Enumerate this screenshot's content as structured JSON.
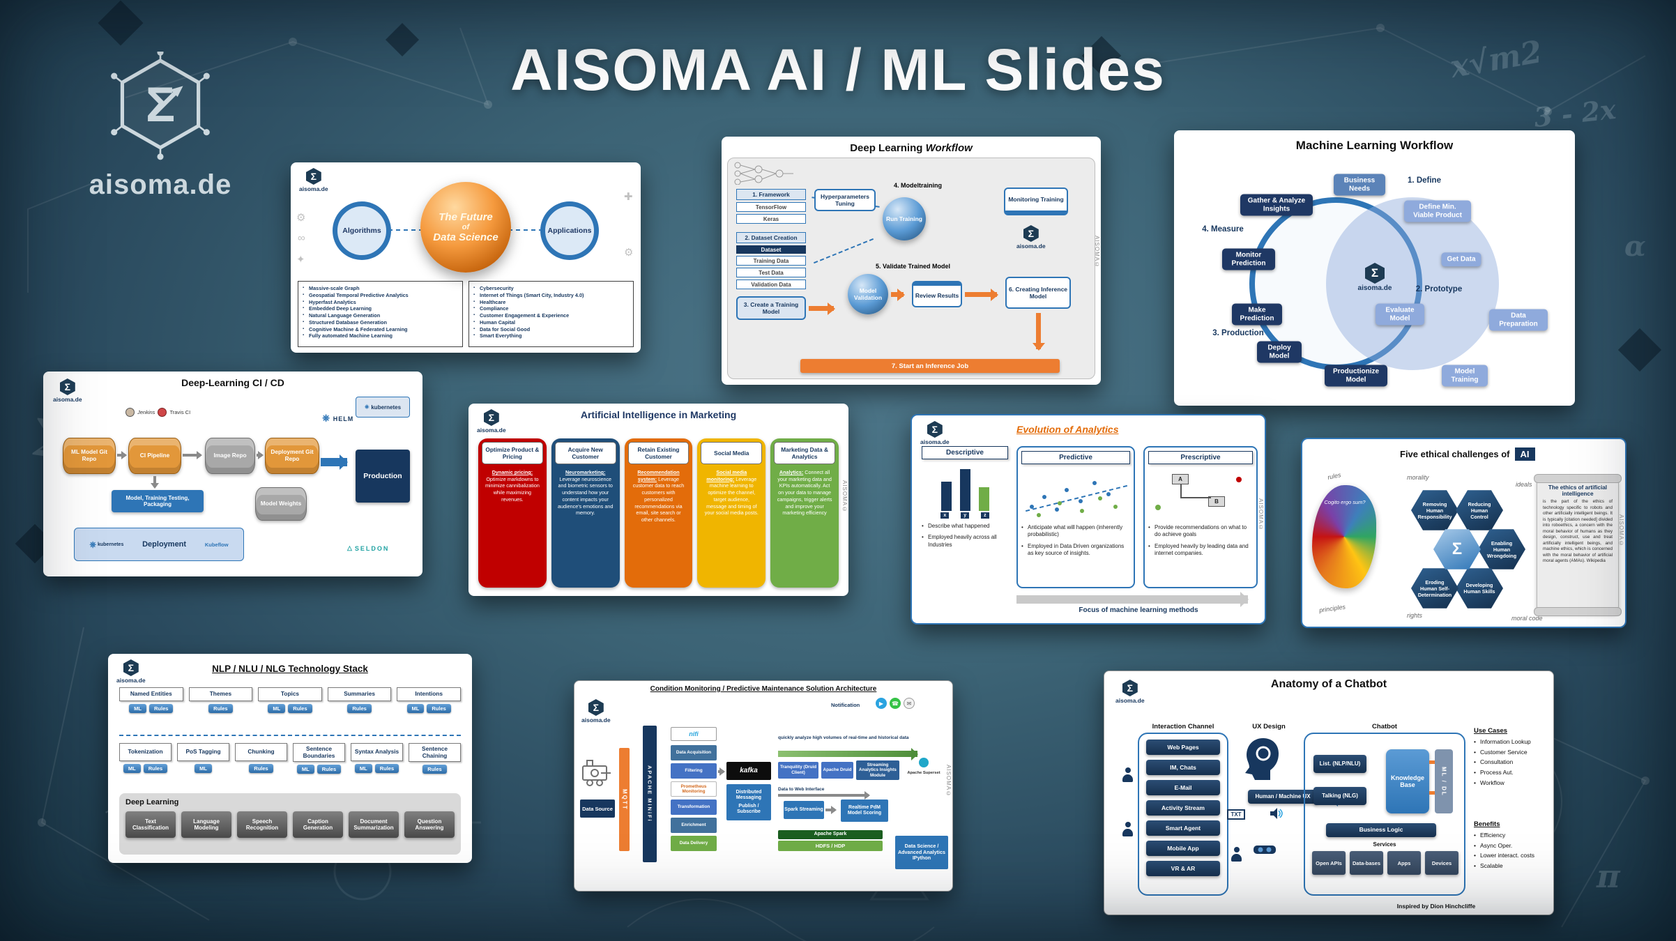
{
  "page": {
    "title": "AISOMA AI / ML Slides",
    "brand": "aisoma.de",
    "logo_glyph": "Σ",
    "chalk_marks": [
      "x√m2",
      "3 - 2x",
      "α",
      "∑",
      "π",
      "√x"
    ]
  },
  "slides": {
    "future": {
      "sphere_lines": [
        "The Future",
        "of",
        "Data Science"
      ],
      "left_circle": "Algorithms",
      "right_circle": "Applications",
      "left_bullets": [
        "Massive-scale Graph",
        "Geospatial Temporal Predictive Analytics",
        "Hyperfast Analytics",
        "Embedded Deep Learning",
        "Natural Language Generation",
        "Structured Database Generation",
        "Cognitive Machine & Federated Learning",
        "Fully automated Machine Learning"
      ],
      "right_bullets": [
        "Cybersecurity",
        "Internet of Things (Smart City, Industry 4.0)",
        "Healthcare",
        "Compliance",
        "Customer Engagement & Experience",
        "Human Capital",
        "Data for Social Good",
        "Smart Everything"
      ]
    },
    "dlw": {
      "title_prefix": "Deep Learning ",
      "title_italic": "Workflow",
      "framework_title": "1. Framework",
      "framework_items": [
        "TensorFlow",
        "Keras"
      ],
      "dataset_title": "2. Dataset Creation",
      "dataset_header": "Dataset",
      "dataset_rows": [
        "Training Data",
        "Test Data",
        "Validation Data"
      ],
      "create_model": "3. Create a Training Model",
      "hyper": "Hyperparameters Tuning",
      "modeltraining": "4. Modeltraining",
      "run_training": "Run Training",
      "monitoring": "Monitoring Training",
      "validate": "5. Validate Trained Model",
      "model_validation": "Model Validation",
      "review": "Review Results",
      "inference_model": "6. Creating Inference Model",
      "inference_job": "7. Start an Inference Job",
      "watermark": "AISOMA©"
    },
    "mlw": {
      "title": "Machine Learning Workflow",
      "phase1": "1. Define",
      "phase2": "2. Prototype",
      "phase3": "3. Production",
      "phase4": "4. Measure",
      "business_needs": "Business Needs",
      "define_mvp": "Define Min. Viable Product",
      "get_data": "Get Data",
      "data_prep": "Data Preparation",
      "evaluate": "Evaluate Model",
      "model_training": "Model Training",
      "productionize": "Productionize Model",
      "deploy": "Deploy Model",
      "make_prediction": "Make Prediction",
      "monitor_prediction": "Monitor Prediction",
      "gather": "Gather & Analyze Insights"
    },
    "cicd": {
      "title": "Deep-Learning CI / CD",
      "jenkins": "Jenkins",
      "travis": "Travis CI",
      "ml_repo": "ML Model Git Repo",
      "ci_pipeline": "CI Pipeline",
      "image_repo": "Image Repo",
      "deploy_repo": "Deployment Git Repo",
      "helm": "HELM",
      "kubernetes": "kubernetes",
      "production": "Production",
      "model_training": "Model, Training Testing, Packaging",
      "model_weights": "Model Weights",
      "deployment": "Deployment",
      "kubeflow": "Kubeflow",
      "seldon": "SELDON"
    },
    "marketing": {
      "title": "Artificial Intelligence in Marketing",
      "watermark": "AISOMA©",
      "columns": [
        {
          "title": "Optimize Product & Pricing",
          "lead": "Dynamic pricing:",
          "body": "Optimize markdowns to minimize cannibalization while maximizing revenues.",
          "color": "#c00000"
        },
        {
          "title": "Acquire New Customer",
          "lead": "Neuromarketing:",
          "body": "Leverage neuroscience and biometric sensors to understand how your content impacts your audience's emotions and memory.",
          "color": "#1f4e79"
        },
        {
          "title": "Retain Existing Customer",
          "lead": "Recommendation system:",
          "body": "Leverage customer data to reach customers with personalized recommendations via email, site search or other channels.",
          "color": "#e36c0a"
        },
        {
          "title": "Social Media",
          "lead": "Social media monitoring:",
          "body": "Leverage machine learning to optimize the channel, target audience, message and timing of your social media posts.",
          "color": "#f0b500"
        },
        {
          "title": "Marketing Data & Analytics",
          "lead": "Analytics:",
          "body": "Connect all your marketing data and KPIs automatically. Act on your data to manage campaigns, trigger alerts and improve your marketing efficiency",
          "color": "#70ad47"
        }
      ]
    },
    "analytics": {
      "title": "Evolution of Analytics",
      "watermark": "AISOMA©",
      "bar_labels": [
        "x",
        "y",
        "z"
      ],
      "ab": [
        "A",
        "B"
      ],
      "panels": [
        {
          "name": "Descriptive",
          "bullets": [
            "Describe what happened",
            "Employed heavily across all Industries"
          ]
        },
        {
          "name": "Predictive",
          "bullets": [
            "Anticipate what will happen (inherently probabilistic)",
            "Employed in Data Driven organizations as key source of insights."
          ]
        },
        {
          "name": "Prescriptive",
          "bullets": [
            "Provide recommendations on what to do achieve goals",
            "Employed heavily by leading data and internet companies."
          ]
        }
      ],
      "footer": "Focus of machine learning methods"
    },
    "ethics": {
      "title_prefix": "Five ethical challenges of",
      "title_badge": "AI",
      "head_thought": "Cogito ergo sum?",
      "head_words": [
        "rules",
        "morality",
        "ideals",
        "principles",
        "rights",
        "moral code"
      ],
      "hexagons": [
        "Removing Human Responsibility",
        "Reducing Human Control",
        "Enabling Human Wrongdoing",
        "Developing Human Skills",
        "Eroding Human Self-Determination"
      ],
      "scroll_title": "The ethics of artificial intelligence",
      "scroll_body": "is the part of the ethics of technology specific to robots and other artificially intelligent beings. It is typically [citation needed] divided into roboethics, a concern with the moral behavior of humans as they design, construct, use and treat artificially intelligent beings, and machine ethics, which is concerned with the moral behavior of artificial moral agents (AMAs). Wikipedia",
      "watermark": "AISOMA©"
    },
    "nlp": {
      "title": "NLP / NLU / NLG Technology Stack",
      "row1": [
        {
          "label": "Named Entities",
          "tags": [
            "ML",
            "Rules"
          ]
        },
        {
          "label": "Themes",
          "tags": [
            "Rules"
          ]
        },
        {
          "label": "Topics",
          "tags": [
            "ML",
            "Rules"
          ]
        },
        {
          "label": "Summaries",
          "tags": [
            "Rules"
          ]
        },
        {
          "label": "Intentions",
          "tags": [
            "ML",
            "Rules"
          ]
        }
      ],
      "row2": [
        {
          "label": "Tokenization",
          "tags": [
            "ML",
            "Rules"
          ]
        },
        {
          "label": "PoS Tagging",
          "tags": [
            "ML"
          ]
        },
        {
          "label": "Chunking",
          "tags": [
            "Rules"
          ]
        },
        {
          "label": "Sentence Boundaries",
          "tags": [
            "ML",
            "Rules"
          ]
        },
        {
          "label": "Syntax Analysis",
          "tags": [
            "ML",
            "Rules"
          ]
        },
        {
          "label": "Sentence Chaining",
          "tags": [
            "Rules"
          ]
        }
      ],
      "deep_title": "Deep Learning",
      "deep_items": [
        "Text Classification",
        "Language Modeling",
        "Speech Recognition",
        "Caption Generation",
        "Document Summarization",
        "Question Answering"
      ]
    },
    "cm": {
      "title": "Condition Monitoring / Predictive Maintenance Solution Architecture",
      "watermark": "AISOMA©",
      "data_source": "Data Source",
      "mqtt": "MQTT",
      "minifi": "APACHE MiNiFi",
      "nifi": "nifi",
      "pipeline": [
        "Data Acquisition",
        "Filtering",
        "Prometheus Monitoring",
        "Transformation",
        "Enrichment",
        "Data Delivery"
      ],
      "kafka": "kafka",
      "dist1": "Distributed Messaging",
      "dist2": "Publish / Subscribe",
      "notification": "Notification",
      "analyze_note": "quickly analyze high volumes of real-time and historical data",
      "tranquility": "Tranquility (Druid Client)",
      "druid": "Apache Druid",
      "insights": "Streaming Analytics Insights Module",
      "superset": "Apache Superset",
      "web_note": "Data to Web Interface",
      "spark_streaming": "Spark Streaming",
      "pdm": "Realtime PdM Model Scoring",
      "apache_spark": "Apache Spark",
      "hdfs": "HDFS / HDP",
      "ds_box": "Data Science / Advanced Analytics IPython"
    },
    "chatbot": {
      "title": "Anatomy of a Chatbot",
      "interaction_header": "Interaction Channel",
      "channels": [
        "Web Pages",
        "IM, Chats",
        "E-Mail",
        "Activity Stream",
        "Smart Agent",
        "Mobile App",
        "VR & AR"
      ],
      "ux_header": "UX Design",
      "txt": "TXT",
      "hmux": "Human / Machine UX",
      "chatbot_header": "Chatbot",
      "listening": "List. (NLP/NLU)",
      "talking": "Talking (NLG)",
      "kb": "Knowledge Base",
      "mldl": "ML / DL",
      "business_logic": "Business Logic",
      "services_header": "Services",
      "services": [
        "Open APIs",
        "Data-bases",
        "Apps",
        "Devices"
      ],
      "usecases_header": "Use Cases",
      "usecases": [
        "Information Lookup",
        "Customer Service",
        "Consultation",
        "Process Aut.",
        "Workflow"
      ],
      "benefits_header": "Benefits",
      "benefits": [
        "Efficiency",
        "Async Oper.",
        "Lower interact. costs",
        "Scalable"
      ],
      "credit": "Inspired by Dion Hinchcliffe"
    }
  }
}
